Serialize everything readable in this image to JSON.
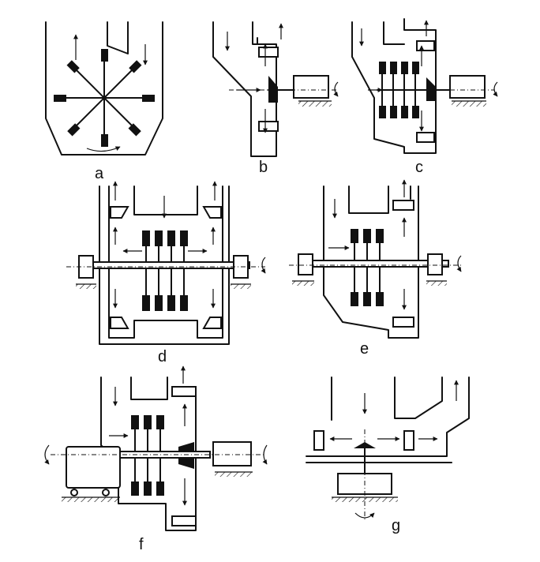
{
  "panels": [
    {
      "id": "a",
      "label": "a"
    },
    {
      "id": "b",
      "label": "b"
    },
    {
      "id": "c",
      "label": "c"
    },
    {
      "id": "d",
      "label": "d"
    },
    {
      "id": "e",
      "label": "e"
    },
    {
      "id": "f",
      "label": "f"
    },
    {
      "id": "g",
      "label": "g"
    }
  ]
}
